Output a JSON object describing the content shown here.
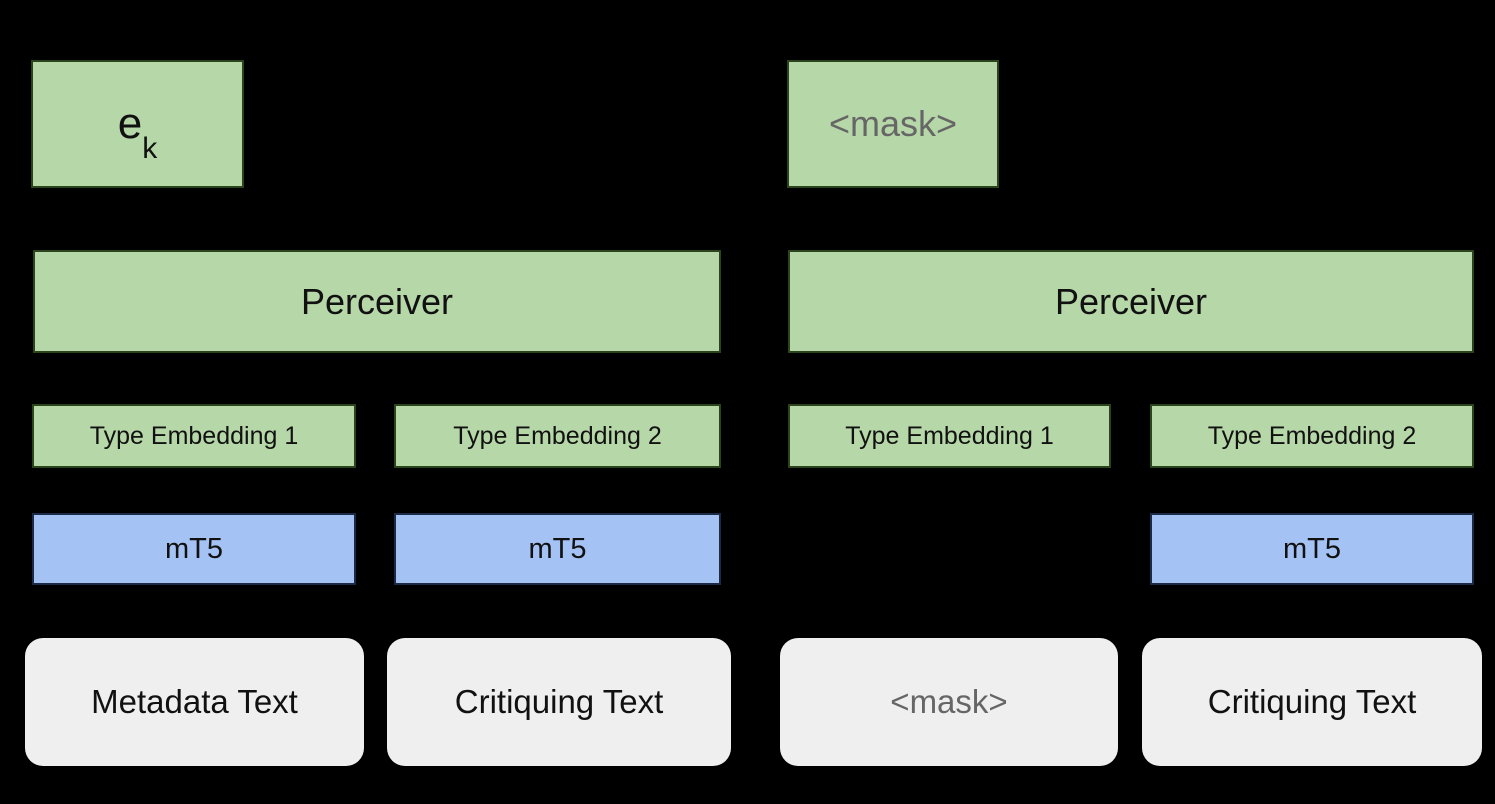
{
  "colors": {
    "background": "#000000",
    "green_fill": "#b6d7a8",
    "blue_fill": "#a4c2f4",
    "gray_fill": "#efefef",
    "text": "#111111",
    "mask_text": "#666666"
  },
  "diagram": {
    "left_pipeline": {
      "query_embedding_main": "e",
      "query_embedding_sub": "k",
      "perceiver_label": "Perceiver",
      "type_embedding_1_label": "Type Embedding 1",
      "type_embedding_2_label": "Type Embedding 2",
      "mt5_1_label": "mT5",
      "mt5_2_label": "mT5",
      "input_1_label": "Metadata Text",
      "input_2_label": "Critiquing Text"
    },
    "right_pipeline": {
      "query_embedding_label": "<mask>",
      "perceiver_label": "Perceiver",
      "type_embedding_1_label": "Type Embedding 1",
      "type_embedding_2_label": "Type Embedding 2",
      "mt5_2_label": "mT5",
      "input_1_label": "<mask>",
      "input_2_label": "Critiquing Text"
    }
  }
}
